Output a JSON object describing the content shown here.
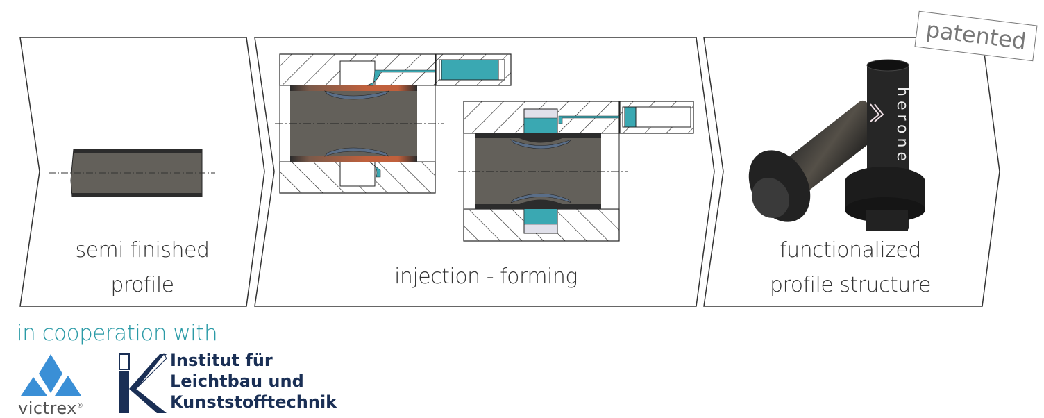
{
  "steps": [
    {
      "label_line1": "semi finished",
      "label_line2": "profile"
    },
    {
      "label_line1": "injection - forming"
    },
    {
      "label_line1": "functionalized",
      "label_line2": "profile structure"
    }
  ],
  "badge": {
    "text": "patented"
  },
  "product_photo": {
    "brand_text": "herone"
  },
  "cooperation": {
    "heading": "in cooperation with",
    "partners": [
      {
        "name": "victrex",
        "mark": "®"
      },
      {
        "lines": [
          "Institut für",
          "Leichtbau und",
          "Kunststofftechnik"
        ]
      }
    ]
  },
  "colors": {
    "profile": "#63605a",
    "profile_edge": "#2c2c2c",
    "polymer": "#3aa8b2",
    "heated_zone": "#c0603c",
    "cooperation_text": "#2a9aa6",
    "victrex_blue": "#3a8fd6",
    "ilk_navy": "#1a2f55"
  }
}
